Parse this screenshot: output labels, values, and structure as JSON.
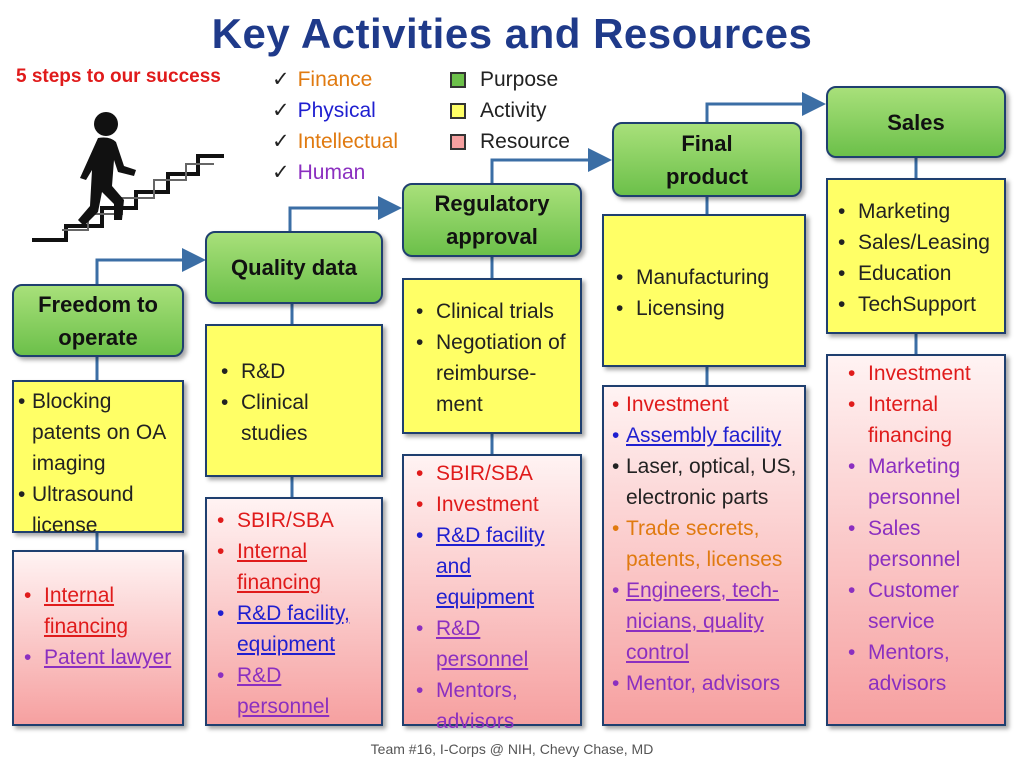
{
  "title": "Key Activities and Resources",
  "subtitle": "5 steps to our success",
  "checklist": [
    "Finance",
    "Physical",
    "Intellectual",
    "Human"
  ],
  "legend": [
    {
      "label": "Purpose",
      "color": "#6cc04a"
    },
    {
      "label": "Activity",
      "color": "#ffff66"
    },
    {
      "label": "Resource",
      "color": "#f6a0a0"
    }
  ],
  "steps": [
    {
      "purpose": [
        "Freedom to",
        "operate"
      ],
      "activities": [
        "Blocking patents on OA imaging",
        "Ultrasound license"
      ],
      "resources": [
        "Internal financing",
        "Patent lawyer"
      ]
    },
    {
      "purpose": [
        "Quality data"
      ],
      "activities": [
        "R&D",
        "Clinical studies"
      ],
      "resources": [
        "SBIR/SBA",
        "Internal financing",
        "R&D facility, equipment",
        "R&D personnel"
      ]
    },
    {
      "purpose": [
        "Regulatory",
        "approval"
      ],
      "activities": [
        "Clinical trials",
        "Negotiation of reimburse-ment"
      ],
      "resources": [
        "SBIR/SBA",
        "Investment",
        "R&D facility and equipment",
        "R&D personnel",
        "Mentors, advisors"
      ]
    },
    {
      "purpose": [
        "Final",
        "product"
      ],
      "activities": [
        "Manufacturing",
        "Licensing"
      ],
      "resources": [
        "Investment",
        "Assembly facility",
        "Laser, optical, US, electronic parts",
        "Trade secrets, patents, licenses",
        "Engineers, tech-nicians, quality control",
        "Mentor, advisors"
      ]
    },
    {
      "purpose": [
        "Sales"
      ],
      "activities": [
        "Marketing",
        "Sales/Leasing",
        "Education",
        "TechSupport"
      ],
      "resources": [
        "Investment",
        "Internal financing",
        "Marketing personnel",
        "Sales personnel",
        "Customer service",
        "Mentors, advisors"
      ]
    }
  ],
  "footer": "Team #16, I-Corps @ NIH, Chevy Chase, MD",
  "colors": {
    "title": "#1f3a8a",
    "subtitle": "#e01b1b",
    "purpose": "#6cc04a",
    "activity": "#ffff66",
    "resource": "#f6a0a0",
    "arrow": "#3b6ea5"
  }
}
